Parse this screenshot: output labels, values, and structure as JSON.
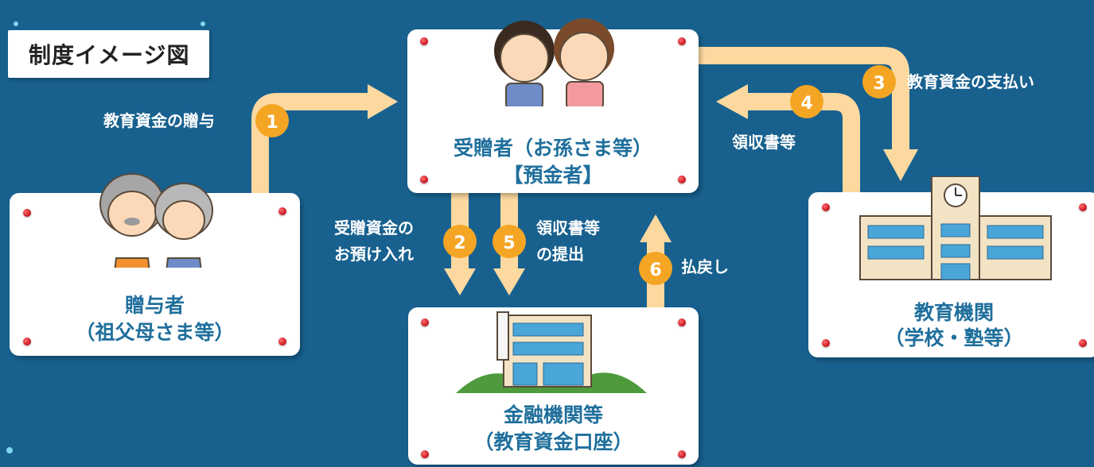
{
  "title": "制度イメージ図",
  "cards": {
    "giver": {
      "line1": "贈与者",
      "line2": "（祖父母さま等）"
    },
    "receiver": {
      "line1": "受贈者（お孫さま等）",
      "line2": "【預金者】"
    },
    "school": {
      "line1": "教育機関",
      "line2": "（学校・塾等）"
    },
    "bank": {
      "line1": "金融機関等",
      "line2": "（教育資金口座）"
    }
  },
  "flows": [
    {
      "number": "1",
      "label": "教育資金の贈与"
    },
    {
      "number": "2",
      "label_line1": "受贈資金の",
      "label_line2": "お預け入れ"
    },
    {
      "number": "3",
      "label": "教育資金の支払い"
    },
    {
      "number": "4",
      "label": "領収書等"
    },
    {
      "number": "5",
      "label_line1": "領収書等",
      "label_line2": "の提出"
    },
    {
      "number": "6",
      "label": "払戻し"
    }
  ],
  "colors": {
    "background": "#18618f",
    "arrow": "#fdd9a0",
    "badge": "#f5a524",
    "card_text": "#1f6f9c",
    "pin": "#d0141f"
  },
  "icons": [
    "grandparents-illustration",
    "children-illustration",
    "school-building-illustration",
    "bank-building-illustration"
  ]
}
